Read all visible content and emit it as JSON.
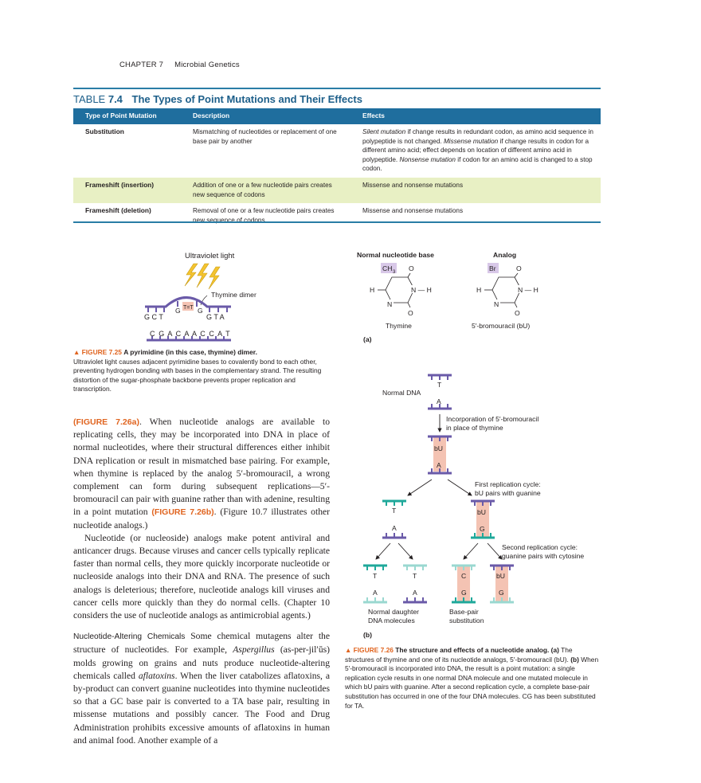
{
  "header": {
    "chapter": "CHAPTER 7",
    "section": "Microbial Genetics"
  },
  "table": {
    "label": "TABLE",
    "number": "7.4",
    "title": "The Types of Point Mutations and Their Effects",
    "headers": [
      "Type of Point Mutation",
      "Description",
      "Effects"
    ],
    "rows": [
      {
        "type": "Substitution",
        "description": "Mismatching of nucleotides or replacement of one base pair by another",
        "effects": {
          "t1": "Silent mutation",
          "t2": " if change results in redundant codon, as amino acid sequence in polypeptide is not changed. ",
          "t3": "Missense mutation",
          "t4": " if change results in codon for a different amino acid; effect depends on location of different amino acid in polypeptide. ",
          "t5": "Nonsense mutation",
          "t6": " if codon for an amino acid is changed to a stop codon."
        }
      },
      {
        "type": "Frameshift (insertion)",
        "description": "Addition of one or a few nucleotide pairs creates new sequence of codons",
        "effects": "Missense and nonsense mutations"
      },
      {
        "type": "Frameshift (deletion)",
        "description": "Removal of one or a few nucleotide pairs creates new sequence of codons",
        "effects": "Missense and nonsense mutations"
      }
    ]
  },
  "fig725": {
    "uv_label": "Ultraviolet light",
    "dimer_label": "Thymine dimer",
    "top_left": "G C T",
    "top_g1": "G",
    "top_tt": "T=T",
    "top_g2": "G",
    "top_right": "G T A",
    "bottom_seq": "C G A C A A C C A T",
    "caption_label": "▲ FIGURE 7.25",
    "caption_title": "A pyrimidine (in this case, thymine) dimer.",
    "caption_text": "Ultraviolet light causes adjacent pyrimidine bases to covalently bond to each other, preventing hydrogen bonding with bases in the complementary strand. The resulting distortion of the sugar-phosphate backbone prevents proper replication and transcription."
  },
  "fig726a": {
    "normal_title": "Normal nucleotide base",
    "analog_title": "Analog",
    "ch3": "CH",
    "ch3_sub": "3",
    "br": "Br",
    "o": "O",
    "h": "H",
    "n": "N",
    "nh": "N — H",
    "thymine": "Thymine",
    "bromouracil": "5′-bromouracil (bU)",
    "part": "(a)"
  },
  "fig726b": {
    "normal_dna": "Normal DNA",
    "step1": "Incorporation of 5′-bromouracil",
    "step1b": "in place of thymine",
    "cycle1": "First replication cycle:",
    "cycle1b": "bU pairs with guanine",
    "cycle2": "Second replication cycle:",
    "cycle2b": "guanine pairs with cytosine",
    "normal_daughter": "Normal daughter",
    "normal_daughter_b": "DNA molecules",
    "base_pair": "Base-pair",
    "base_pair_b": "substitution",
    "part": "(b)",
    "T": "T",
    "A": "A",
    "bU": "bU",
    "G": "G",
    "C": "C",
    "caption_label": "▲ FIGURE 7.26",
    "caption_title": "The structure and effects of a nucleotide analog.",
    "caption_a": "(a)",
    "caption_a_text": " The structures of thymine and one of its nucleotide analogs, 5′-bromouracil (bU). ",
    "caption_b": "(b)",
    "caption_b_text": " When 5′-bromouracil is incorporated into DNA, the result is a point mutation: a single replication cycle results in one normal DNA molecule and one mutated molecule in which bU pairs with guanine. After a second replication cycle, a complete base-pair substitution has occurred in one of the four DNA molecules. CG has been substituted for TA."
  },
  "body": {
    "p1_ref": "(FIGURE 7.26a)",
    "p1_a": ". When nucleotide analogs are available to replicating cells, they may be incorporated into DNA in place of normal nucleotides, where their structural differences either inhibit DNA replication or result in mismatched base pairing. For example, when thymine is replaced by the analog 5′-bromouracil, a wrong complement can form during subsequent replications—5′-bromouracil can pair with guanine rather than with adenine, resulting in a point mutation ",
    "p1_ref2": "(FIGURE 7.26b)",
    "p1_b": ". (Figure 10.7 illustrates other nucleotide analogs.)",
    "p2": "Nucleotide (or nucleoside) analogs make potent antiviral and anticancer drugs. Because viruses and cancer cells typically replicate faster than normal cells, they more quickly incorporate nucleotide or nucleoside analogs into their DNA and RNA. The presence of such analogs is deleterious; therefore, nucleotide analogs kill viruses and cancer cells more quickly than they do normal cells. (Chapter 10 considers the use of nucleotide analogs as antimicrobial agents.)",
    "p3_head": "Nucleotide-Altering Chemicals",
    "p3_a": " Some chemical mutagens alter the structure of nucleotides. For example, ",
    "p3_genus": "Aspergillus",
    "p3_b": " (as-per-jil′ŭs) molds growing on grains and nuts produce nucleotide-altering chemicals called ",
    "p3_afla": "aflatoxins",
    "p3_c": ". When the liver catabolizes aflatoxins, a by-product can convert guanine nucleotides into thymine nucleotides so that a GC base pair is converted to a TA base pair, resulting in missense mutations and possibly cancer. The Food and Drug Administration prohibits excessive amounts of aflatoxins in human and animal food. Another example of a"
  },
  "colors": {
    "purple": "#6a5aa8",
    "teal": "#1fa89a",
    "lightteal": "#9ad8d0",
    "pink": "#f4c3b3",
    "lavender": "#d8c8e8",
    "accent": "#e0641f",
    "table_header": "#1f6e9e"
  }
}
